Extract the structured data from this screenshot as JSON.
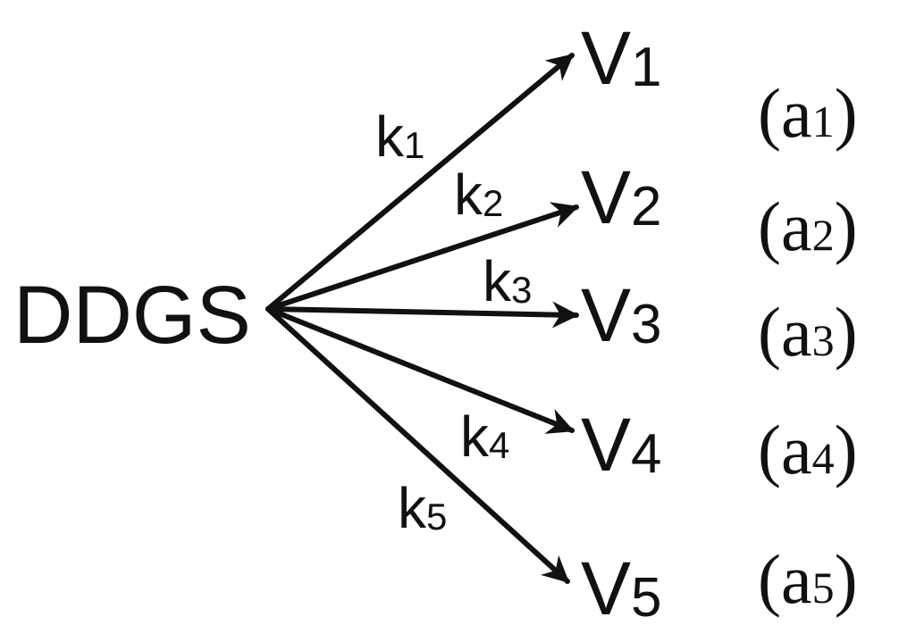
{
  "source": {
    "label": "DDGS"
  },
  "products": [
    {
      "label": "V",
      "sub": "1",
      "k": "k",
      "k_sub": "1",
      "coef": "a",
      "coef_sub": "1"
    },
    {
      "label": "V",
      "sub": "2",
      "k": "k",
      "k_sub": "2",
      "coef": "a",
      "coef_sub": "2"
    },
    {
      "label": "V",
      "sub": "3",
      "k": "k",
      "k_sub": "3",
      "coef": "a",
      "coef_sub": "3"
    },
    {
      "label": "V",
      "sub": "4",
      "k": "k",
      "k_sub": "4",
      "coef": "a",
      "coef_sub": "4"
    },
    {
      "label": "V",
      "sub": "5",
      "k": "k",
      "k_sub": "5",
      "coef": "a",
      "coef_sub": "5"
    }
  ],
  "colors": {
    "ink": "#111111",
    "background": "#ffffff"
  }
}
